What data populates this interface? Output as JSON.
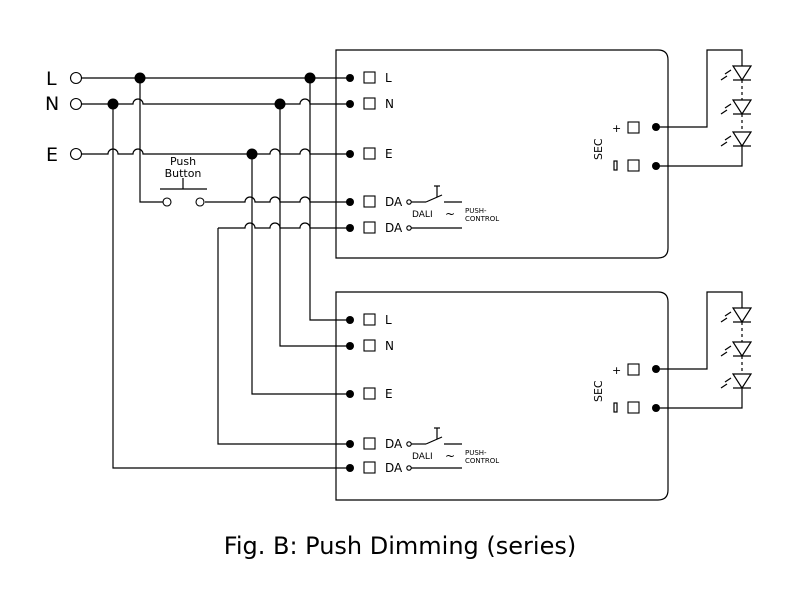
{
  "inputs": {
    "line": "L",
    "neutral": "N",
    "earth": "E"
  },
  "push_button": {
    "line1": "Push",
    "line2": "Button"
  },
  "driver_top": {
    "terminals": [
      "L",
      "N",
      "E",
      "DA",
      "DA"
    ],
    "dali_label": "DALI",
    "push_control": {
      "line1": "PUSH-",
      "line2": "CONTROL"
    },
    "sec_label": "SEC"
  },
  "driver_bottom": {
    "terminals": [
      "L",
      "N",
      "E",
      "DA",
      "DA"
    ],
    "dali_label": "DALI",
    "push_control": {
      "line1": "PUSH-",
      "line2": "CONTROL"
    },
    "sec_label": "SEC"
  },
  "caption": "Fig. B: Push Dimming (series)"
}
